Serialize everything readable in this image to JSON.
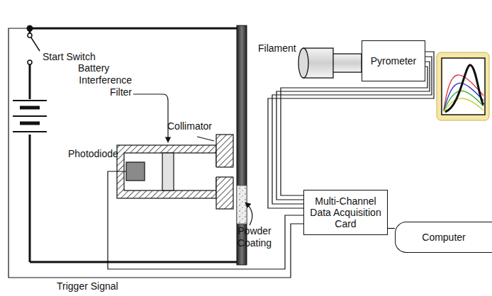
{
  "diagram": {
    "nodes": [
      {
        "text": [
          "Pyrometer"
        ]
      },
      {
        "text": [
          "Multi-Channel Data Acquisition Card"
        ]
      },
      {
        "text": [
          "Computer"
        ]
      }
    ],
    "edges": [
      {
        "from": 0,
        "to": 1,
        "arrow": "none"
      },
      {
        "from": 1,
        "to": 2,
        "arrow": "none"
      }
    ],
    "labels": [
      "Start Switch",
      "Battery",
      "Interference Filter",
      "Collimator",
      "Photodiode",
      "Filament",
      "Powder Coating",
      "Trigger Signal"
    ]
  }
}
